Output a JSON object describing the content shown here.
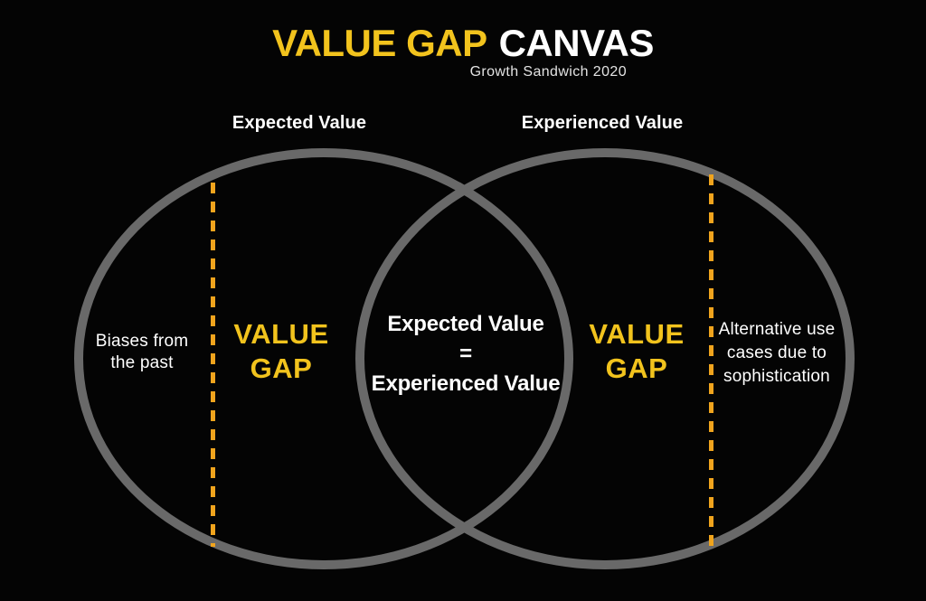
{
  "colors": {
    "gold": "#F2C31D",
    "dash": "#F0A41D",
    "circle": "#696969",
    "white": "#FFFFFF",
    "subtitle": "#E3E3E3",
    "bg": "#040404"
  },
  "header": {
    "title_primary": "VALUE GAP",
    "title_secondary": "CANVAS",
    "subtitle": "Growth Sandwich 2020"
  },
  "venn": {
    "left_circle_label": "Expected Value",
    "right_circle_label": "Experienced Value",
    "left_outside_note": {
      "lines": [
        "Biases from",
        "the past"
      ]
    },
    "left_gap": {
      "lines": [
        "VALUE",
        "GAP"
      ]
    },
    "center": {
      "lines": [
        "Expected Value",
        "=",
        "Experienced Value"
      ]
    },
    "right_gap": {
      "lines": [
        "VALUE",
        "GAP"
      ]
    },
    "right_outside_note": {
      "lines": [
        "Alternative use",
        "cases due to",
        "sophistication"
      ]
    }
  }
}
